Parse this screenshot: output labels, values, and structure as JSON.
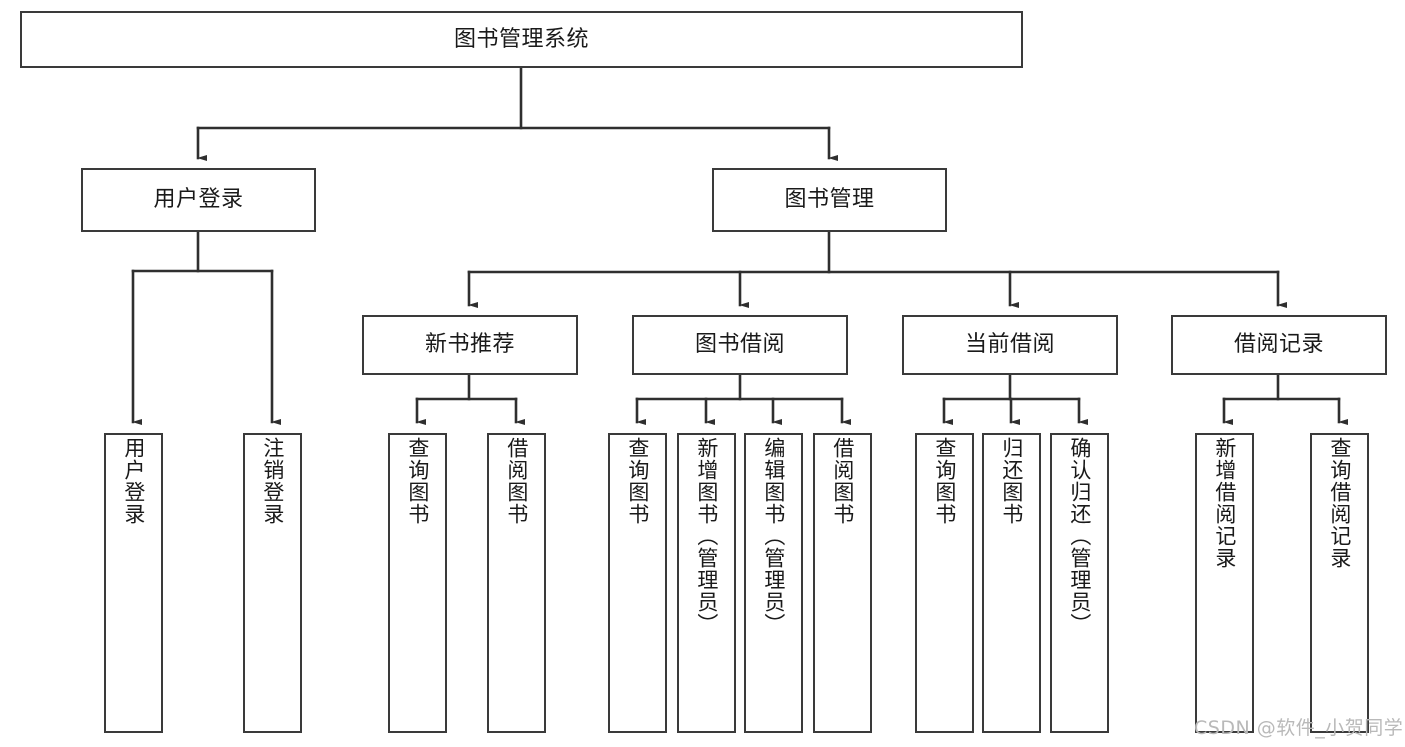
{
  "diagram": {
    "title": "图书管理系统",
    "type": "tree",
    "watermark": "CSDN @软件_小贺同学",
    "colors": {
      "box_border": "#3a3a3a",
      "box_fill": "#ffffff",
      "edge": "#2f2f2f",
      "text": "#1a1a1a",
      "watermark": "#b9b9b9",
      "background": "#ffffff"
    },
    "levels": [
      {
        "level": 1,
        "nodes": [
          {
            "id": "root",
            "label": "图书管理系统",
            "orientation": "horizontal"
          }
        ]
      },
      {
        "level": 2,
        "nodes": [
          {
            "id": "login",
            "label": "用户登录",
            "orientation": "horizontal",
            "parent": "root"
          },
          {
            "id": "bookmgmt",
            "label": "图书管理",
            "orientation": "horizontal",
            "parent": "root"
          }
        ]
      },
      {
        "level": 3,
        "nodes": [
          {
            "id": "newbook",
            "label": "新书推荐",
            "orientation": "horizontal",
            "parent": "bookmgmt"
          },
          {
            "id": "borrow",
            "label": "图书借阅",
            "orientation": "horizontal",
            "parent": "bookmgmt"
          },
          {
            "id": "current",
            "label": "当前借阅",
            "orientation": "horizontal",
            "parent": "bookmgmt"
          },
          {
            "id": "records",
            "label": "借阅记录",
            "orientation": "horizontal",
            "parent": "bookmgmt"
          }
        ]
      },
      {
        "level": 4,
        "nodes": [
          {
            "id": "leaf1",
            "label": "用户登录",
            "orientation": "vertical",
            "parent": "login"
          },
          {
            "id": "leaf2",
            "label": "注销登录",
            "orientation": "vertical",
            "parent": "login"
          },
          {
            "id": "leaf3",
            "label": "查询图书",
            "orientation": "vertical",
            "parent": "newbook"
          },
          {
            "id": "leaf4",
            "label": "借阅图书",
            "orientation": "vertical",
            "parent": "newbook"
          },
          {
            "id": "leaf5",
            "label": "查询图书",
            "orientation": "vertical",
            "parent": "borrow"
          },
          {
            "id": "leaf6",
            "label": "新增图书（管理员）",
            "orientation": "vertical",
            "parent": "borrow"
          },
          {
            "id": "leaf7",
            "label": "编辑图书（管理员）",
            "orientation": "vertical",
            "parent": "borrow"
          },
          {
            "id": "leaf8",
            "label": "借阅图书",
            "orientation": "vertical",
            "parent": "borrow"
          },
          {
            "id": "leaf9",
            "label": "查询图书",
            "orientation": "vertical",
            "parent": "current"
          },
          {
            "id": "leaf10",
            "label": "归还图书",
            "orientation": "vertical",
            "parent": "current"
          },
          {
            "id": "leaf11",
            "label": "确认归还（管理员）",
            "orientation": "vertical",
            "parent": "current"
          },
          {
            "id": "leaf12",
            "label": "新增借阅记录",
            "orientation": "vertical",
            "parent": "records"
          },
          {
            "id": "leaf13",
            "label": "查询借阅记录",
            "orientation": "vertical",
            "parent": "records"
          }
        ]
      }
    ]
  }
}
